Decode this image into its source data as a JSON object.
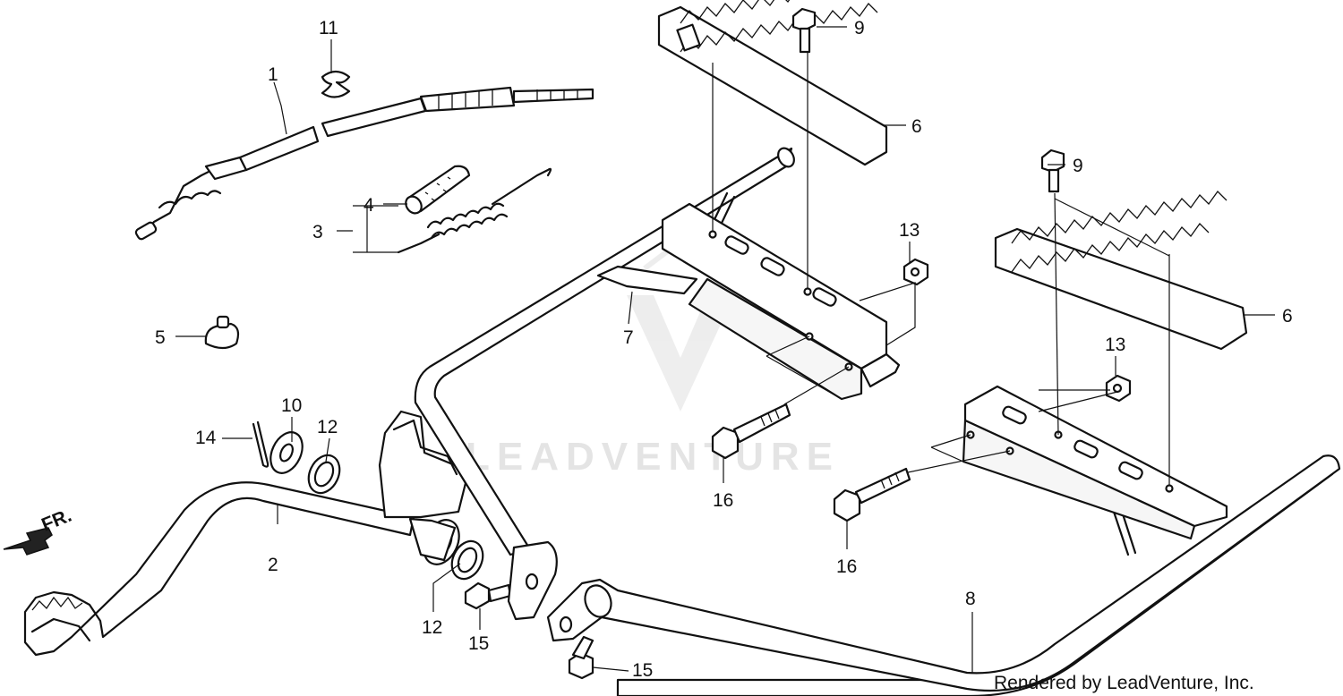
{
  "watermark": "LEADVENTURE",
  "credit": "Rendered by LeadVenture, Inc.",
  "direction_label": "FR.",
  "callouts": {
    "c1": "1",
    "c2": "2",
    "c3": "3",
    "c4": "4",
    "c5": "5",
    "c6a": "6",
    "c6b": "6",
    "c7": "7",
    "c8": "8",
    "c9a": "9",
    "c9b": "9",
    "c10": "10",
    "c11": "11",
    "c12a": "12",
    "c12b": "12",
    "c13a": "13",
    "c13b": "13",
    "c14": "14",
    "c15a": "15",
    "c15b": "15",
    "c16a": "16",
    "c16b": "16"
  }
}
